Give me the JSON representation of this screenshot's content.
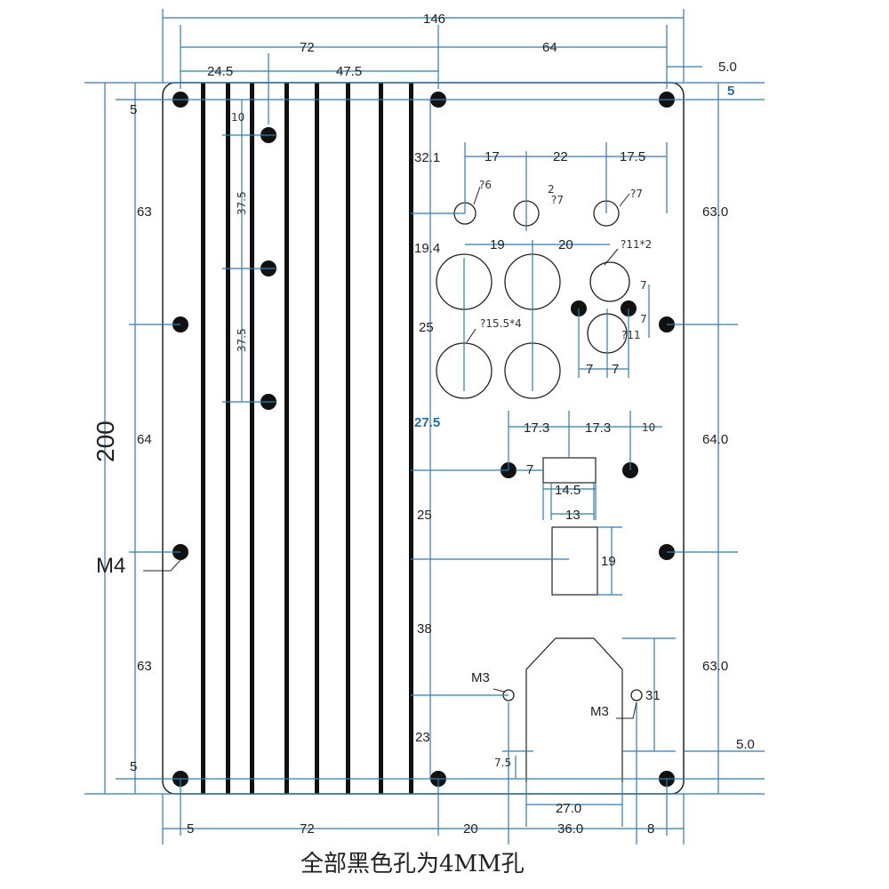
{
  "dimensions": {
    "top": [
      "146",
      "72",
      "64",
      "24.5",
      "47.5",
      "5.0",
      "5"
    ],
    "left": [
      "200",
      "5",
      "63",
      "64",
      "63",
      "5"
    ],
    "right": [
      "63.0",
      "64.0",
      "63.0",
      "5.0"
    ],
    "bottom": [
      "5",
      "72",
      "20",
      "36.0",
      "8",
      "27.0",
      "7.5"
    ],
    "rails": [
      "10",
      "37.5",
      "37.5"
    ],
    "center": [
      "32.1",
      "19.4",
      "25",
      "27.5",
      "25",
      "38",
      "23"
    ],
    "holes_top": [
      "17",
      "22",
      "17.5",
      "2"
    ],
    "holes_mid": [
      "19",
      "20"
    ],
    "holes_side": [
      "7",
      "7"
    ],
    "switch": [
      "17.3",
      "17.3",
      "10",
      "7",
      "14.5",
      "13",
      "19"
    ],
    "rect_v": [
      "7",
      "7"
    ],
    "small": [
      "31"
    ]
  },
  "labels": {
    "hole6": "?6",
    "hole7a": "?7",
    "hole7b": "?7",
    "hole11x2": "?11*2",
    "hole155x4": "?15.5*4",
    "hole11": "?11",
    "m4": "M4",
    "m3a": "M3",
    "m3b": "M3"
  },
  "caption": "全部黑色孔为4MM孔"
}
